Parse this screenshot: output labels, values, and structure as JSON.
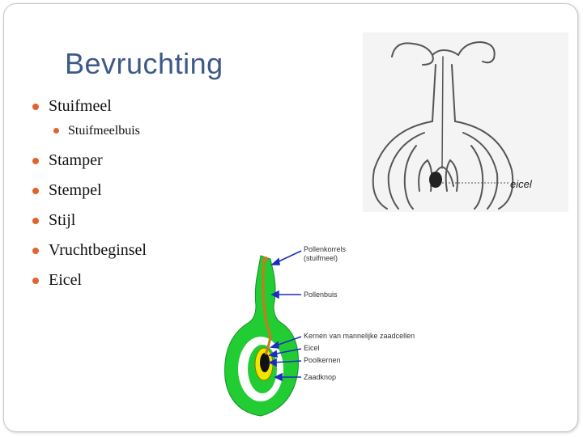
{
  "slide": {
    "title": "Bevruchting",
    "bullets": [
      {
        "label": "Stuifmeel",
        "level": 1
      },
      {
        "label": "Stuifmeelbuis",
        "level": 2
      },
      {
        "label": "Stamper",
        "level": 1
      },
      {
        "label": "Stempel",
        "level": 1
      },
      {
        "label": "Stijl",
        "level": 1
      },
      {
        "label": "Vruchtbeginsel",
        "level": 1
      },
      {
        "label": "Eicel",
        "level": 1
      }
    ]
  },
  "top_diagram": {
    "label": "eicel"
  },
  "bottom_diagram": {
    "labels": {
      "pollen_line1": "Pollenkorrels",
      "pollen_line2": "(stuifmeel)",
      "pollenbuis": "Pollenbuis",
      "kernen": "Kernen van mannelijke zaadcellen",
      "eicel": "Eicel",
      "poolkernen": "Poolkernen",
      "zaadknop": "Zaadknop"
    }
  },
  "colors": {
    "title": "#3d5a86",
    "bullet": "#e0642e",
    "ovary_green": "#22cc33",
    "arrow_blue": "#1a2fbf",
    "pollen_tube": "#c87a1e",
    "ovule_yellow": "#f2e600"
  }
}
